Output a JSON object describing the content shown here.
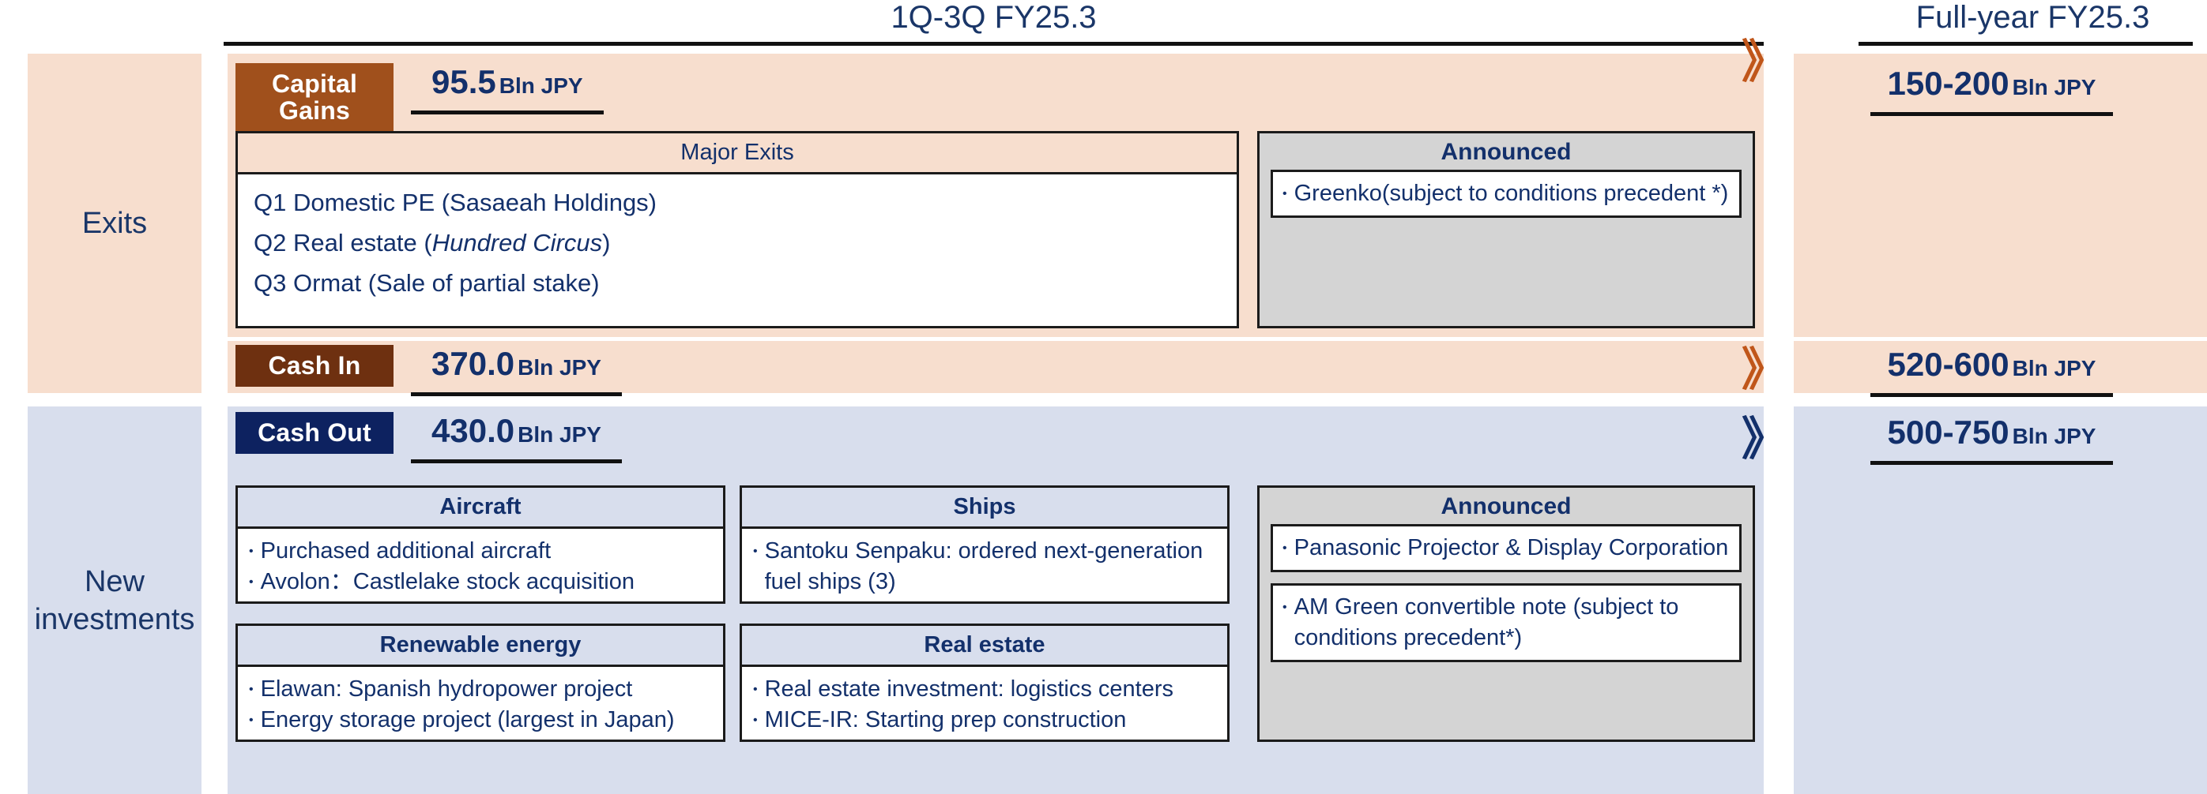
{
  "header": {
    "left_period": "1Q-3Q FY25.3",
    "right_period": "Full-year FY25.3"
  },
  "categories": {
    "exits": "Exits",
    "new_investments": "New\ninvestments"
  },
  "chevron": {
    "glyph": "》"
  },
  "exits": {
    "capital_gains": {
      "tag": "Capital Gains",
      "value": "95.5",
      "unit": "Bln JPY",
      "full_year_value": "150-200",
      "full_year_unit": "Bln JPY"
    },
    "cash_in": {
      "tag": "Cash In",
      "value": "370.0",
      "unit": "Bln JPY",
      "full_year_value": "520-600",
      "full_year_unit": "Bln JPY"
    },
    "major_exits": {
      "title": "Major Exits",
      "items": [
        {
          "pre": "Q1 Domestic PE (Sasaeah Holdings)",
          "italic": "",
          "post": ""
        },
        {
          "pre": "Q2 Real estate (",
          "italic": "Hundred Circus",
          "post": ")"
        },
        {
          "pre": "Q3 Ormat (Sale of partial stake)",
          "italic": "",
          "post": ""
        }
      ]
    },
    "announced": {
      "title": "Announced",
      "items": [
        "Greenko(subject to conditions precedent *)"
      ]
    }
  },
  "new_investments": {
    "cash_out": {
      "tag": "Cash Out",
      "value": "430.0",
      "unit": "Bln JPY",
      "full_year_value": "500-750",
      "full_year_unit": "Bln JPY"
    },
    "boxes": [
      {
        "title": "Aircraft",
        "items": [
          "Purchased additional aircraft",
          "Avolon：Castlelake stock acquisition"
        ]
      },
      {
        "title": "Ships",
        "items": [
          "Santoku Senpaku: ordered next-generation fuel ships (3)"
        ]
      },
      {
        "title": "Renewable energy",
        "items": [
          "Elawan: Spanish hydropower project",
          "Energy storage project (largest in Japan)"
        ]
      },
      {
        "title": "Real estate",
        "items": [
          "Real estate investment: logistics centers",
          "MICE-IR: Starting prep construction"
        ]
      }
    ],
    "announced": {
      "title": "Announced",
      "items": [
        "Panasonic Projector & Display Corporation",
        "AM Green convertible note (subject to conditions precedent*)"
      ]
    }
  },
  "colors": {
    "exits_bg": "#f7dece",
    "investments_bg": "#d8deed",
    "navy_text": "#13306b",
    "tag_capital_gains": "#a0501c",
    "tag_cash_in": "#6e3010",
    "tag_cash_out": "#0d2260",
    "announced_bg": "#d4d4d4",
    "chevron_orange": "#c0561a"
  }
}
